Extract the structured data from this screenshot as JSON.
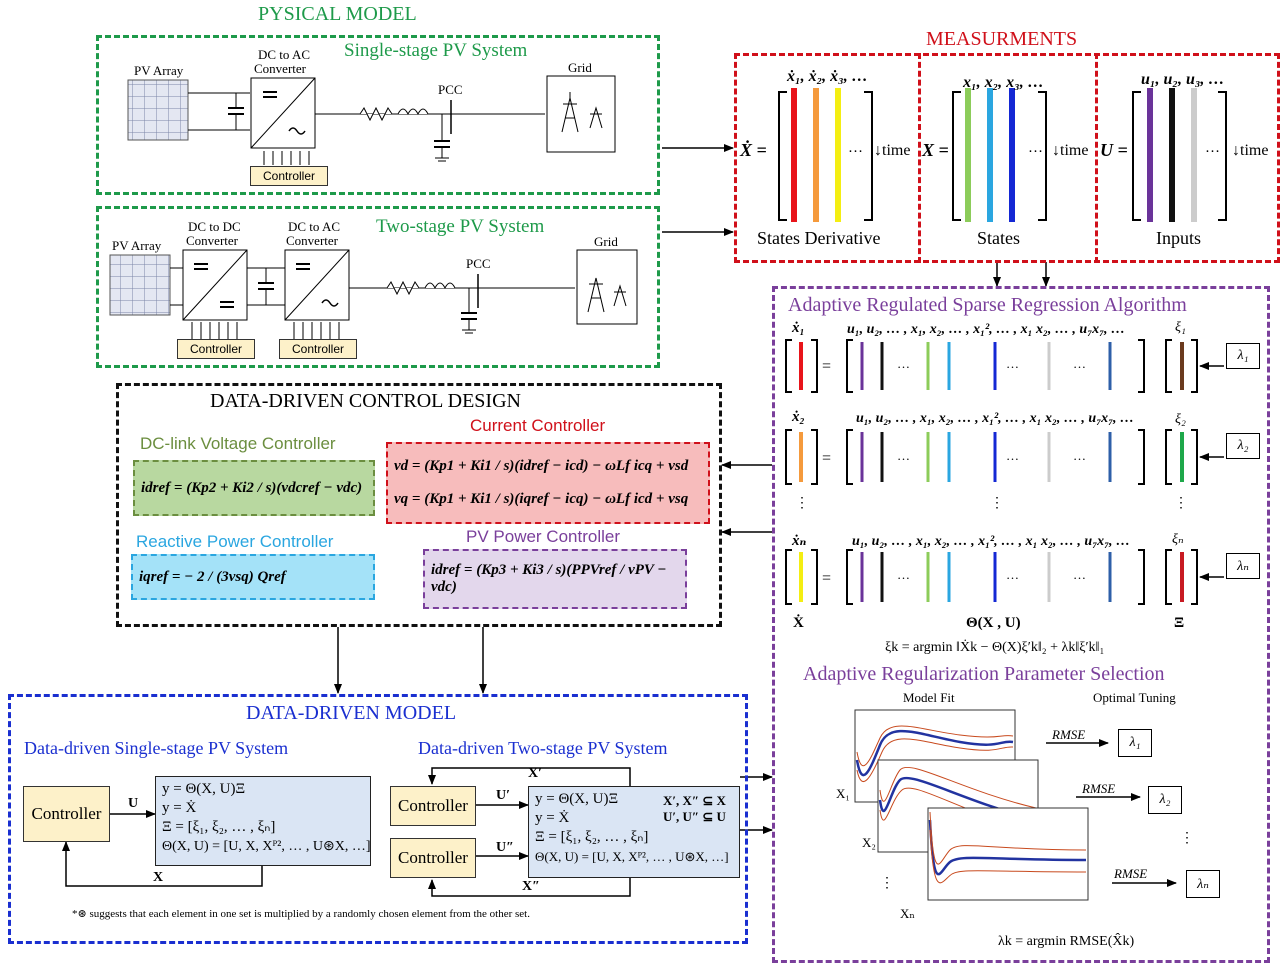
{
  "physical": {
    "title": "PYSICAL MODEL",
    "single": {
      "title": "Single-stage PV System",
      "pv_array": "PV Array",
      "dc_ac_1": "DC to AC",
      "dc_ac_2": "Converter",
      "pcc": "PCC",
      "grid": "Grid",
      "controller": "Controller"
    },
    "two": {
      "title": "Two-stage PV System",
      "pv_array": "PV Array",
      "dc_dc_1": "DC to DC",
      "dc_dc_2": "Converter",
      "dc_ac_1": "DC to AC",
      "dc_ac_2": "Converter",
      "pcc": "PCC",
      "grid": "Grid",
      "controller_1": "Controller",
      "controller_2": "Controller"
    }
  },
  "measurements": {
    "title": "MEASURMENTS",
    "xdot": {
      "lhs": "Ẋ =",
      "header": "ẋ₁, ẋ₂, ẋ₃, …",
      "dots": "…",
      "time": "↓time",
      "caption": "States Derivative",
      "colors": [
        "#e8141a",
        "#f59a3c",
        "#f4ee12"
      ]
    },
    "x": {
      "lhs": "X =",
      "header": "x₁, x₂, x₃, …",
      "dots": "…",
      "time": "↓time",
      "caption": "States",
      "colors": [
        "#8ccc5a",
        "#2aa6e0",
        "#1428d4"
      ]
    },
    "u": {
      "lhs": "U =",
      "header": "u₁, u₂, u₃, …",
      "dots": "…",
      "time": "↓time",
      "caption": "Inputs",
      "colors": [
        "#6a3399",
        "#111111",
        "#cccccc"
      ]
    }
  },
  "algorithm": {
    "title": "Adaptive Regulated Sparse Regression Algorithm",
    "rows": [
      {
        "lhs": "ẋ₁",
        "xi": "ξ₁",
        "lambda": "λ₁",
        "lhs_color": "#e8141a",
        "xi_color": "#6b3a1e"
      },
      {
        "lhs": "ẋ₂",
        "xi": "ξ₂",
        "lambda": "λ₂",
        "lhs_color": "#f59a3c",
        "xi_color": "#1ea84a"
      },
      {
        "lhs": "ẋₙ",
        "xi": "ξₙ",
        "lambda": "λₙ",
        "lhs_color": "#f4ee12",
        "xi_color": "#c81a22"
      }
    ],
    "theta_header": "u₁, u₂, … , x₁, x₂, … , x₁², … , x₁ x₂, … , u₇x₇, …",
    "theta_bar_colors": [
      "#6a3399",
      "#111111",
      "#8ccc5a",
      "#2aa6e0",
      "#1428d4",
      "#cccccc",
      "#2e5fa8"
    ],
    "equals": "=",
    "dots": "…",
    "vdots": "⋮",
    "bottom_xdot": "Ẋ",
    "bottom_theta": "Θ(X , U)",
    "bottom_xi": "Ξ",
    "formula": "ξk = argmin ‖Ẋk − Θ(X)ξ′k‖₂ + λk‖ξ′k‖₁"
  },
  "param_selection": {
    "title": "Adaptive Regularization Parameter Selection",
    "model_fit": "Model Fit",
    "optimal_tuning": "Optimal Tuning",
    "rmse": "RMSE",
    "labels": [
      "X₁",
      "X₂",
      "Xₙ"
    ],
    "lambdas": [
      "λ₁",
      "λ₂",
      "λₙ"
    ],
    "dots": "⋮",
    "formula": "λk = argmin RMSE(X̂k)"
  },
  "control": {
    "title": "DATA-DRIVEN CONTROL DESIGN",
    "dc_link": {
      "title": "DC-link Voltage Controller",
      "eq": "idref = (Kp2 + Ki2 / s)(vdcref − vdc)",
      "color": "#6b8e3f"
    },
    "current": {
      "title": "Current Controller",
      "eq1": "vd = (Kp1 + Ki1 / s)(idref − icd) − ωLf icq + vsd",
      "eq2": "vq = (Kp1 + Ki1 / s)(iqref − icq) − ωLf icd + vsq",
      "color": "#d0101a"
    },
    "reactive": {
      "title": "Reactive Power Controller",
      "eq": "iqref = − 2 / (3vsq) Qref",
      "color": "#2aa6e0"
    },
    "pv_power": {
      "title": "PV Power Controller",
      "eq": "idref = (Kp3 + Ki3 / s)(PPVref / vPV − vdc)",
      "color": "#7a3f9b"
    }
  },
  "ddmodel": {
    "title": "DATA-DRIVEN MODEL",
    "single_title": "Data-driven Single-stage PV System",
    "two_title": "Data-driven Two-stage PV System",
    "controller": "Controller",
    "u_label": "U",
    "x_label": "X",
    "single_lines": [
      "y = Θ(X, U)Ξ",
      "y = Ẋ",
      "Ξ = [ξ₁, ξ₂, … , ξₙ]",
      "Θ(X, U) = [U, X, Xᴾ², … , U⊛X, …]"
    ],
    "two_lines": [
      "y = Θ(X, U)Ξ",
      "y = Ẋ",
      "Ξ = [ξ₁, ξ₂, … , ξₙ]",
      "Θ(X, U) = [U, X, Xᴾ², … , U⊛X, …]"
    ],
    "two_side_1": "X′, X″ ⊆ X",
    "two_side_2": "U′, U″ ⊆ U",
    "u_prime": "U′",
    "u_dprime": "U″",
    "x_prime": "X′",
    "x_dprime": "X″",
    "footnote": "*⊛ suggests that each element in one set is multiplied by a randomly chosen element from the other set."
  }
}
